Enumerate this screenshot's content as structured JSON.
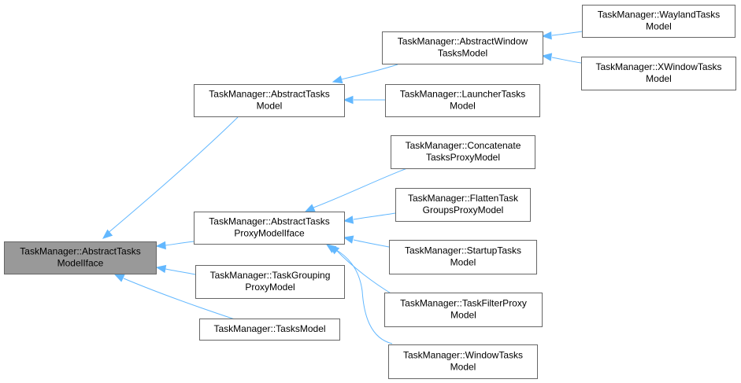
{
  "diagram": {
    "title": "",
    "nodes": [
      {
        "id": "root",
        "lines": [
          "TaskManager::AbstractTasks",
          "ModelIface"
        ],
        "highlighted": true
      },
      {
        "id": "atm",
        "lines": [
          "TaskManager::AbstractTasks",
          "Model"
        ]
      },
      {
        "id": "atpmi",
        "lines": [
          "TaskManager::AbstractTasks",
          "ProxyModelIface"
        ]
      },
      {
        "id": "tgpm",
        "lines": [
          "TaskManager::TaskGrouping",
          "ProxyModel"
        ]
      },
      {
        "id": "tm",
        "lines": [
          "TaskManager::TasksModel"
        ]
      },
      {
        "id": "awtm",
        "lines": [
          "TaskManager::AbstractWindow",
          "TasksModel"
        ]
      },
      {
        "id": "ltm",
        "lines": [
          "TaskManager::LauncherTasks",
          "Model"
        ]
      },
      {
        "id": "ctpm",
        "lines": [
          "TaskManager::Concatenate",
          "TasksProxyModel"
        ]
      },
      {
        "id": "ftgpm",
        "lines": [
          "TaskManager::FlattenTask",
          "GroupsProxyModel"
        ]
      },
      {
        "id": "stm",
        "lines": [
          "TaskManager::StartupTasks",
          "Model"
        ]
      },
      {
        "id": "tfpm",
        "lines": [
          "TaskManager::TaskFilterProxy",
          "Model"
        ]
      },
      {
        "id": "wintm",
        "lines": [
          "TaskManager::WindowTasks",
          "Model"
        ]
      },
      {
        "id": "wltm",
        "lines": [
          "TaskManager::WaylandTasks",
          "Model"
        ]
      },
      {
        "id": "xwtm",
        "lines": [
          "TaskManager::XWindowTasks",
          "Model"
        ]
      }
    ],
    "edges": [
      {
        "from": "atm",
        "to": "root"
      },
      {
        "from": "atpmi",
        "to": "root"
      },
      {
        "from": "tgpm",
        "to": "root"
      },
      {
        "from": "tm",
        "to": "root"
      },
      {
        "from": "awtm",
        "to": "atm"
      },
      {
        "from": "ltm",
        "to": "atm"
      },
      {
        "from": "ctpm",
        "to": "atpmi"
      },
      {
        "from": "ftgpm",
        "to": "atpmi"
      },
      {
        "from": "stm",
        "to": "atpmi"
      },
      {
        "from": "tfpm",
        "to": "atpmi"
      },
      {
        "from": "wintm",
        "to": "atpmi"
      },
      {
        "from": "wltm",
        "to": "awtm"
      },
      {
        "from": "xwtm",
        "to": "awtm"
      }
    ],
    "colors": {
      "edge": "#63b8ff",
      "node_border": "#666666",
      "node_fill": "#ffffff",
      "root_fill": "#999999"
    }
  }
}
